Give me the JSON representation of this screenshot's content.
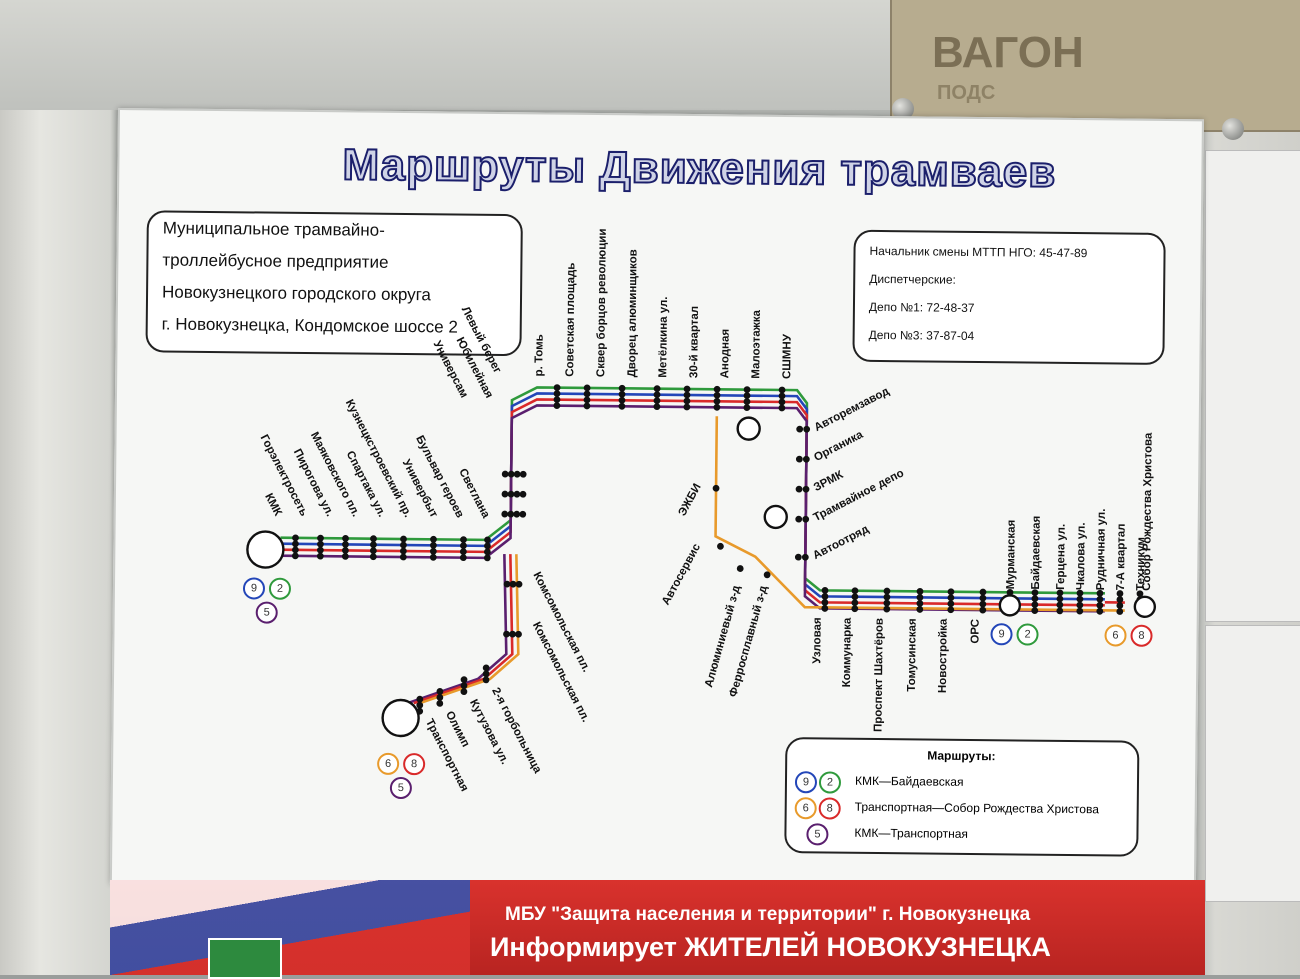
{
  "title": "Маршруты Движения трамваев",
  "org": {
    "lines": [
      "Муниципальное трамвайно-",
      "троллейбусное предприятие",
      "Новокузнецкого городского округа",
      "г. Новокузнецка, Кондомское шоссе  2"
    ]
  },
  "contacts": {
    "lines": [
      "Начальник смены МТТП НГО: 45-47-89",
      "Диспетчерские:",
      "Депо №1: 72-48-37",
      "Депо №3: 37-87-04"
    ]
  },
  "stations": {
    "west": [
      "КМК",
      "Горэлектросеть",
      "Пирогова ул.",
      "Маяковского пл.",
      "Спартака ул.",
      "Кузнецкстроевский пр.",
      "Универбыт",
      "Бульвар героев",
      "Светлана"
    ],
    "center": [
      "Универсам",
      "Юбилейная",
      "Левый берег",
      "р. Томь",
      "Советская площадь",
      "Сквер борцов революции",
      "Дворец алюминщиков",
      "Метёлкина ул.",
      "30-й квартал",
      "Анодная",
      "Малоэтажка",
      "СШМНУ"
    ],
    "east_loop": [
      "Авторемзавод",
      "Органика",
      "ЗРМК",
      "Трамвайное депо",
      "Автоотряд"
    ],
    "inner": [
      "ЭЖБИ",
      "Автосервис",
      "Алюминиевый з-д",
      "Ферросплавный з-д"
    ],
    "south": [
      "Комсомольская пл.",
      "Комсомольская пл.",
      "2-я горбольница",
      "Кутузова ул.",
      "Олимп",
      "Транспортная"
    ],
    "east_line": [
      "Узловая",
      "Коммунарка",
      "Проспект Шахтёров",
      "Томусинская",
      "Новостройка",
      "ОРС",
      "Мурманская",
      "Байдаевская",
      "Герцена ул.",
      "Чкалова ул.",
      "Рудничная ул.",
      "7-А квартал",
      "Техникум",
      "Собор Рождества Христова"
    ]
  },
  "route_badges": {
    "kmk": [
      "9",
      "2",
      "5"
    ],
    "transport": [
      "6",
      "8",
      "5"
    ],
    "baidaevskaya": [
      "9",
      "2"
    ],
    "sobor": [
      "6",
      "8"
    ]
  },
  "legend": {
    "header": "Маршруты:",
    "rows": [
      {
        "badges": [
          "9",
          "2"
        ],
        "colors": [
          "#2346b8",
          "#2f9a3c"
        ],
        "text": "КМК—Байдаевская"
      },
      {
        "badges": [
          "6",
          "8"
        ],
        "colors": [
          "#e89a2b",
          "#d92a2a"
        ],
        "text": "Транспортная—Собор Рождества Христова"
      },
      {
        "badges": [
          "5"
        ],
        "colors": [
          "#5a1f6e"
        ],
        "text": "КМК—Транспортная"
      }
    ]
  },
  "colors": {
    "green": "#2f9a3c",
    "blue": "#2346b8",
    "red": "#d92a2a",
    "orange": "#e89a2b",
    "purple": "#5a1f6e"
  },
  "top_sign": {
    "word": "ВАГОН",
    "word2": "ПОДС"
  },
  "bottom_sign": {
    "line1": "МБУ \"Защита  населения и территории\" г. Новокузнецка",
    "line2": "Информирует ЖИТЕЛЕЙ  НОВОКУЗНЕЦКА"
  }
}
